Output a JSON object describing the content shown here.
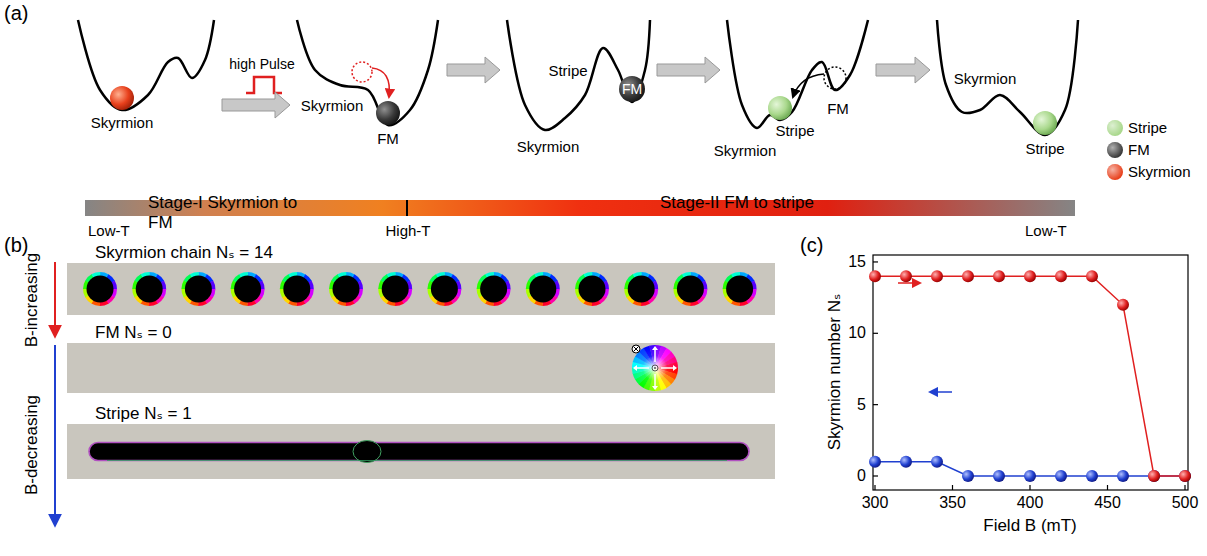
{
  "diagram": {
    "nodes": [
      {
        "text": [
          "Skyrmion chain Nₛ = 14"
        ]
      },
      {
        "text": [
          "FM Nₛ = 0"
        ]
      },
      {
        "text": [
          "Stripe Nₛ = 1"
        ]
      }
    ],
    "labels": [
      "(a)",
      "Skyrmion",
      "high Pulse",
      "Skyrmion",
      "FM",
      "Stripe",
      "FM",
      "Skyrmion",
      "Stripe",
      "FM",
      "Skyrmion",
      "Skyrmion",
      "Stripe",
      "Stage-I Skyrmion to FM",
      "Stage-II FM to stripe",
      "Low-T",
      "High-T",
      "Low-T",
      "(b)",
      "B-increasing",
      "B-decreasing",
      "(c)",
      "0",
      "5",
      "10",
      "15",
      "300",
      "350",
      "400",
      "450",
      "500",
      "Skyrmion number Nₛ",
      "Field B (mT)"
    ],
    "legend": [
      {
        "text": "Stripe",
        "color": "#a9d88c"
      },
      {
        "text": "FM",
        "color": "#3a3a3a"
      },
      {
        "text": "Skyrmion",
        "color": "#e8401c"
      }
    ]
  }
}
